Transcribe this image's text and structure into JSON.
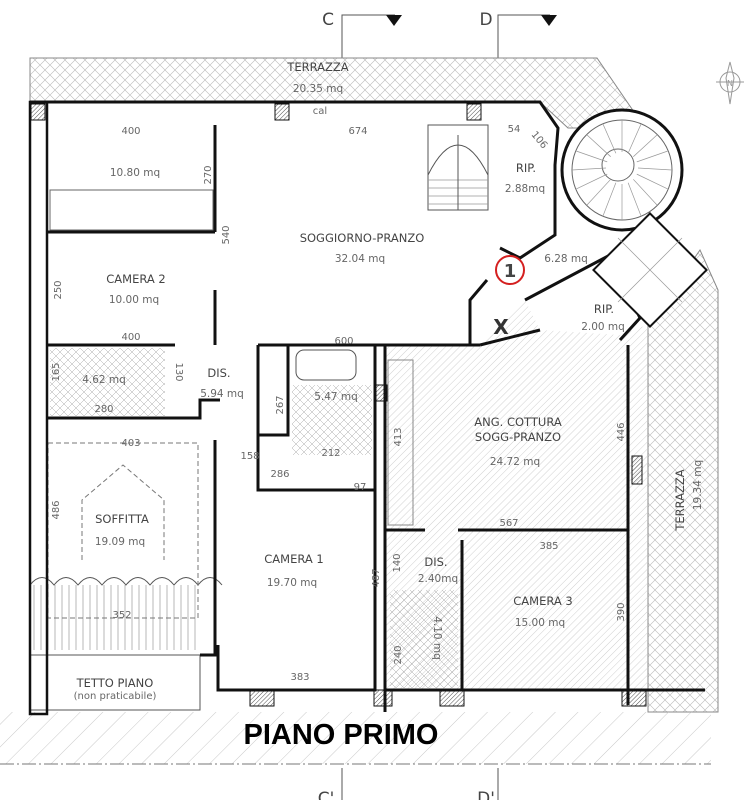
{
  "title": "PIANO PRIMO",
  "section_markers": {
    "c": "C",
    "d": "D",
    "c_prime": "C'",
    "d_prime": "D'"
  },
  "callout_number": "1",
  "callout_color": "#d42020",
  "removed_marker": "X",
  "terrace_top": {
    "name": "TERRAZZA",
    "area": "20.35 mq"
  },
  "terrace_right": {
    "name": "TERRAZZA",
    "area": "19.34 mq"
  },
  "flue_label": "cal",
  "rooms": {
    "kitchen": {
      "area": "10.80 mq"
    },
    "living": {
      "name": "SOGGIORNO-PRANZO",
      "area": "32.04 mq"
    },
    "rip1": {
      "name": "RIP.",
      "area": "2.88mq"
    },
    "stair_landing": {
      "area": "6.28 mq"
    },
    "camera2": {
      "name": "CAMERA 2",
      "area": "10.00 mq"
    },
    "rip2": {
      "name": "RIP.",
      "area": "2.00 mq"
    },
    "bath1": {
      "area": "4.62 mq"
    },
    "dis1": {
      "name": "DIS.",
      "area": "5.94 mq"
    },
    "bath2": {
      "area": "5.47 mq"
    },
    "ang_cottura": {
      "name": "ANG. COTTURA",
      "name2": "SOGG-PRANZO",
      "area": "24.72 mq"
    },
    "soffitta": {
      "name": "SOFFITTA",
      "area": "19.09 mq"
    },
    "camera1": {
      "name": "CAMERA 1",
      "area": "19.70 mq"
    },
    "dis2": {
      "name": "DIS.",
      "area": "2.40mq"
    },
    "camera3": {
      "name": "CAMERA 3",
      "area": "15.00 mq"
    },
    "bath3": {
      "area": "4.10 mq"
    },
    "tetto": {
      "name": "TETTO PIANO",
      "note": "(non praticabile)"
    }
  },
  "dimensions": {
    "d400a": "400",
    "d674": "674",
    "d54": "54",
    "d106": "106",
    "d270": "270",
    "d540": "540",
    "d250": "250",
    "d400b": "400",
    "d600": "600",
    "d165": "165",
    "d130": "130",
    "d280": "280",
    "d267": "267",
    "d212": "212",
    "d413": "413",
    "d446": "446",
    "d403": "403",
    "d158": "158",
    "d286": "286",
    "d97": "97",
    "d486": "486",
    "d567": "567",
    "d385": "385",
    "d140": "140",
    "d487": "487",
    "d390": "390",
    "d352": "352",
    "d240": "240",
    "d383": "383"
  }
}
